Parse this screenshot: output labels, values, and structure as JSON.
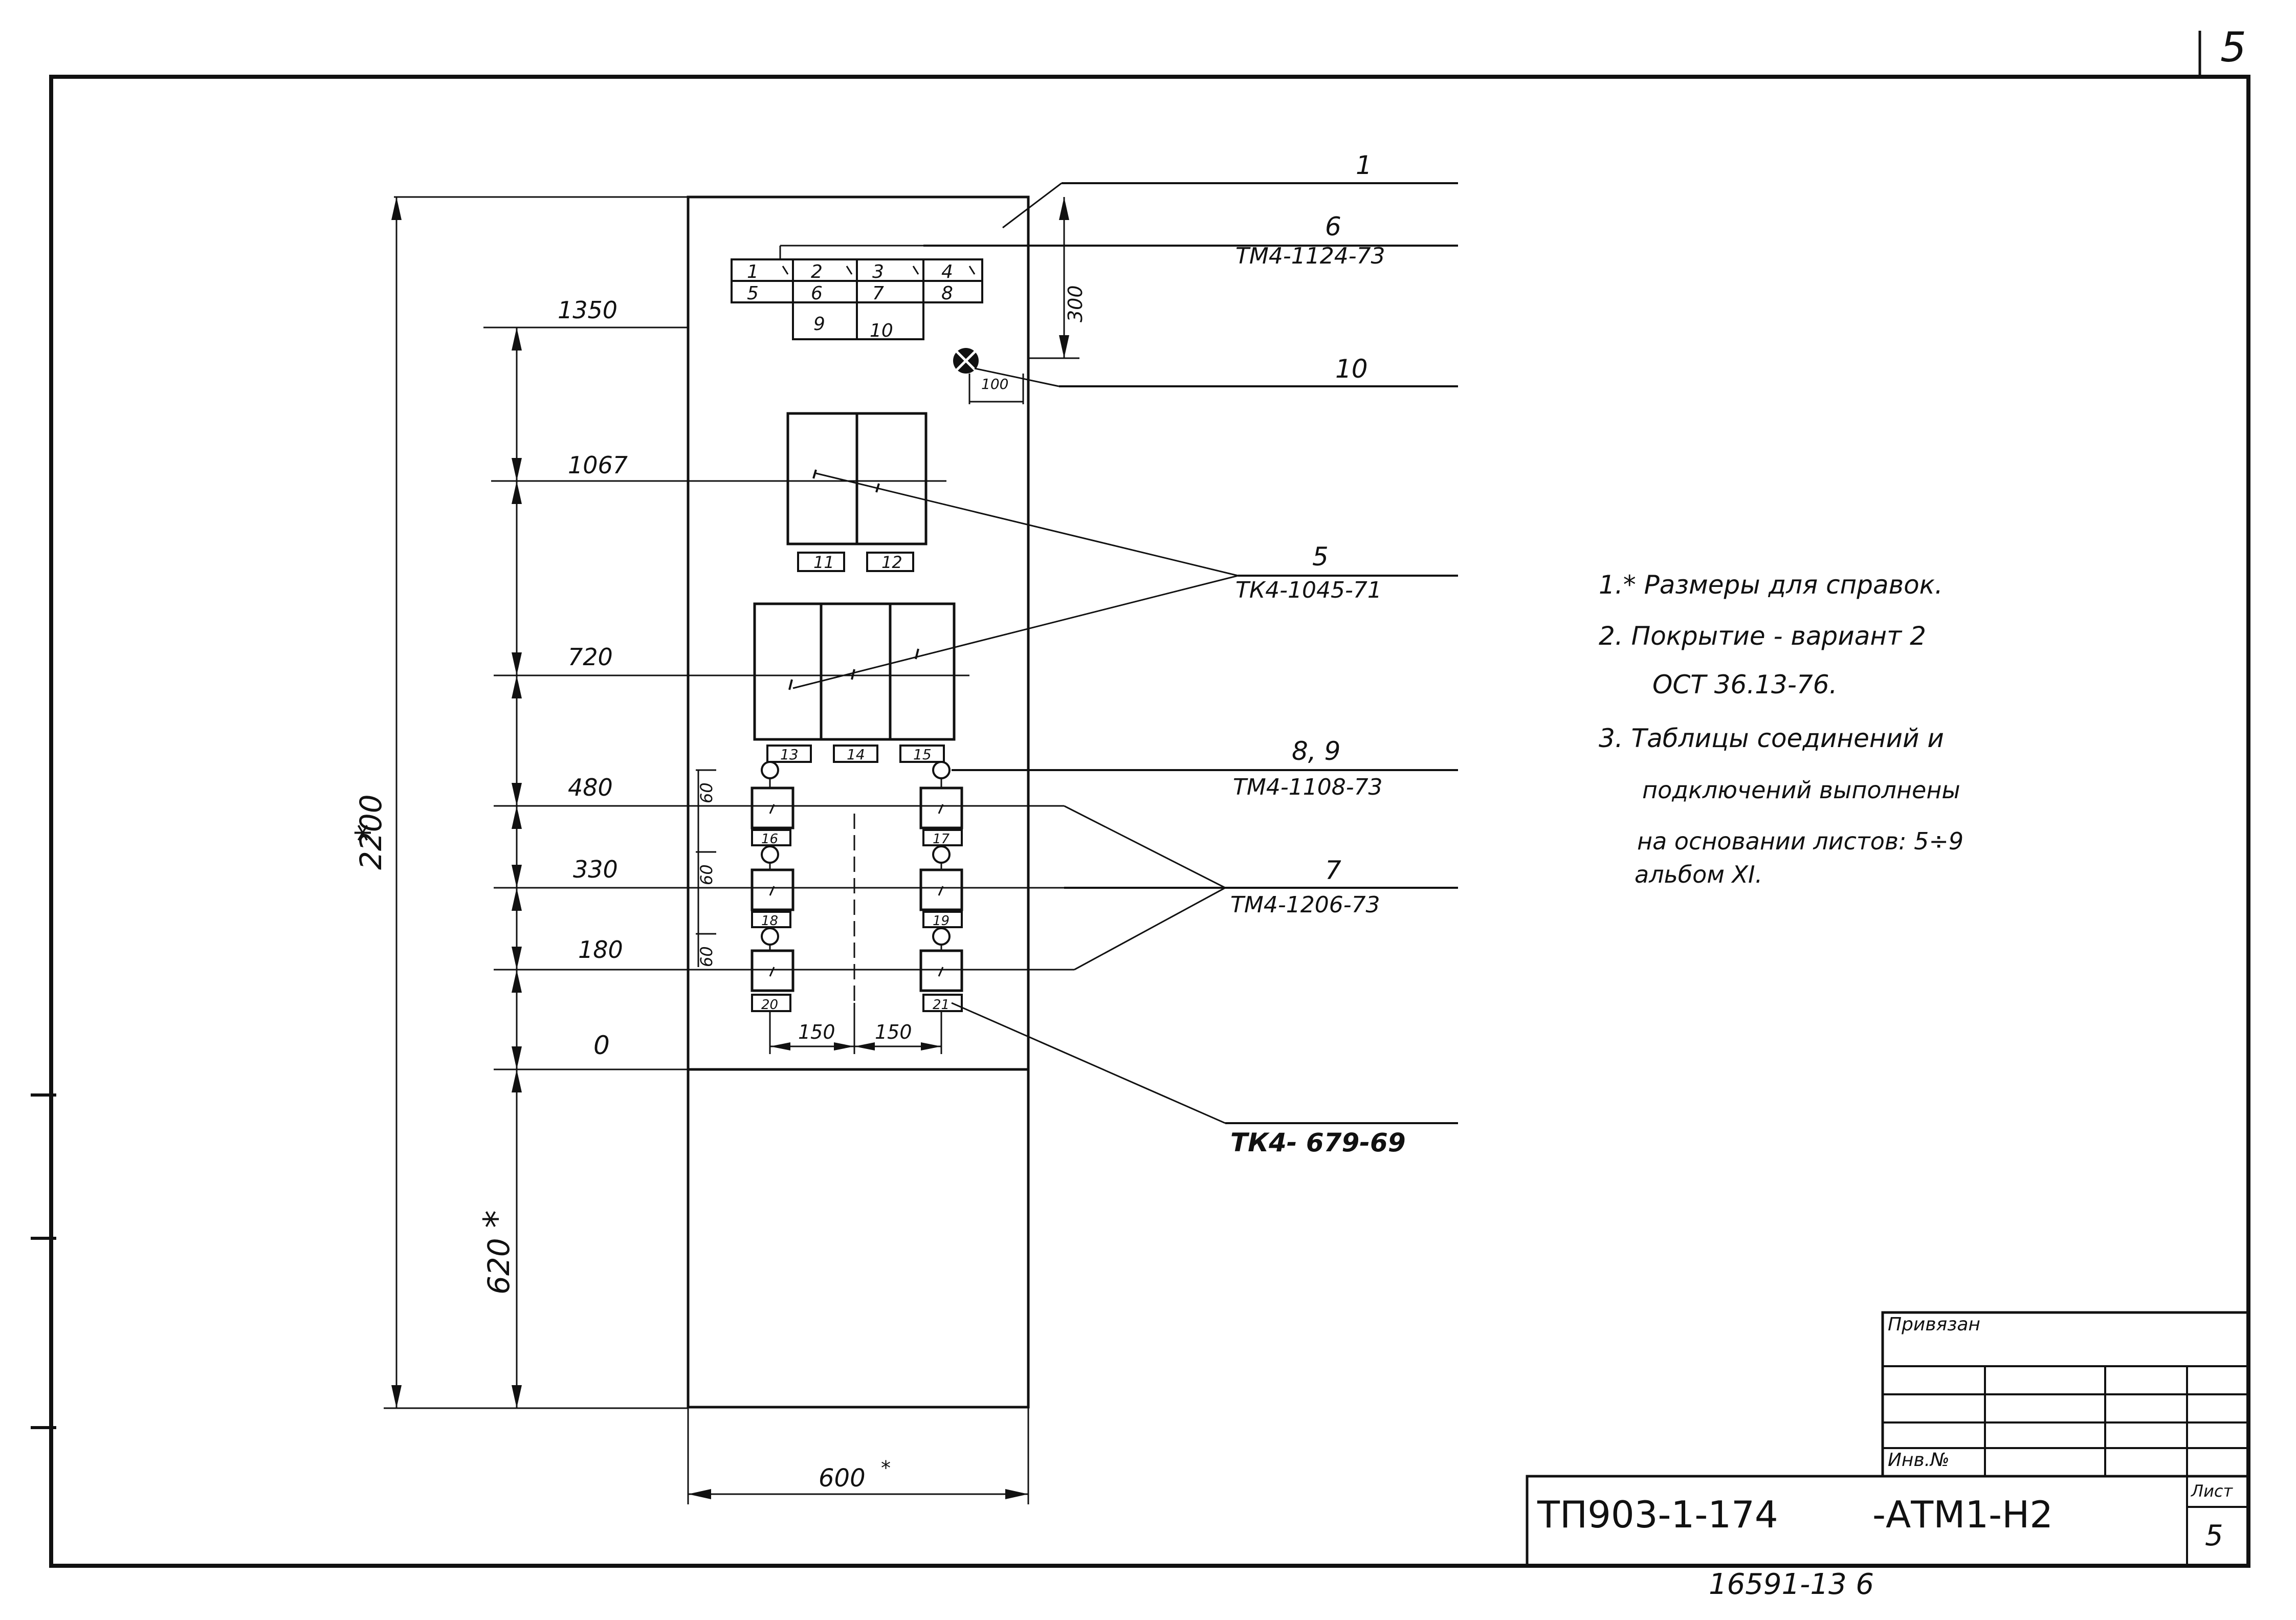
{
  "page_number": "5",
  "panel": {
    "elevations": [
      "1350",
      "1067",
      "720",
      "480",
      "330",
      "180",
      "0"
    ],
    "overall_height": "2200",
    "lower_height": "620",
    "width": "600",
    "star": "*",
    "dim_300": "300",
    "dim_100": "100",
    "dim_60": "60",
    "spacing": [
      "150",
      "150"
    ],
    "terminal_row1": [
      "1",
      "2",
      "3",
      "4"
    ],
    "terminal_row2": [
      "5",
      "6",
      "7",
      "8"
    ],
    "terminal_row3": [
      "9",
      "10"
    ],
    "device_labels": [
      "11",
      "12",
      "13",
      "14",
      "15",
      "16",
      "17",
      "18",
      "19",
      "20",
      "21"
    ]
  },
  "callouts": [
    {
      "num": "1",
      "code": ""
    },
    {
      "num": "6",
      "code": "ТМ4-1124-73"
    },
    {
      "num": "10",
      "code": ""
    },
    {
      "num": "5",
      "code": "ТК4-1045-71"
    },
    {
      "num": "8, 9",
      "code": "ТМ4-1108-73"
    },
    {
      "num": "7",
      "code": "ТМ4-1206-73"
    },
    {
      "num": "",
      "code": "ТК4- 679-69"
    }
  ],
  "notes": [
    "1.* Размеры для справок.",
    "2. Покрытие - вариант 2",
    "ОСТ 36.13-76.",
    "3. Таблицы соединений и",
    "подключений выполнены",
    "на основании листов: 5÷9",
    "альбом XI."
  ],
  "title_block": {
    "privyazan": "Привязан",
    "inv_no": "Инв.№",
    "designation_left": "ТП903-1-174",
    "designation_right": "-АТМ1-Н2",
    "list_label": "Лист",
    "list_number": "5"
  },
  "bottom_code": "16591-13   6"
}
